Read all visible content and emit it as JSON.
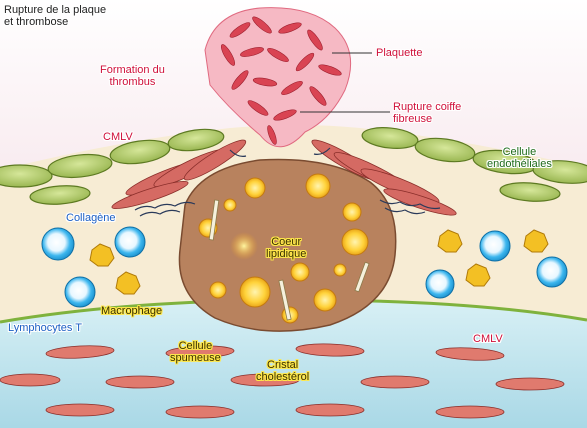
{
  "title_line1": "Rupture de la plaque",
  "title_line2": "et thrombose",
  "labels": {
    "plaquette": "Plaquette",
    "formation_line1": "Formation du",
    "formation_line2": "thrombus",
    "rupture_line1": "Rupture coiffe",
    "rupture_line2": "fibreuse",
    "cmlv_top": "CMLV",
    "endo_line1": "Cellule",
    "endo_line2": "endothéliales",
    "collagene": "Collagène",
    "coeur_line1": "Coeur",
    "coeur_line2": "lipidique",
    "macrophage": "Macrophage",
    "lymphocytes": "Lymphocytes T",
    "spumeuse_line1": "Cellule",
    "spumeuse_line2": "spumeuse",
    "cristal_line1": "Cristal",
    "cristal_line2": "cholestérol",
    "cmlv_bottom": "CMLV"
  },
  "colors": {
    "lumen": "#f3dce4",
    "wall": "#f7ecd4",
    "core": "#b8825e",
    "media": "#bfe2ec",
    "endothelium": "#b6cf72",
    "smooth_muscle": "#d56a63",
    "lymphocyte": "#2aa9e6",
    "macrophage": "#f3c024"
  }
}
